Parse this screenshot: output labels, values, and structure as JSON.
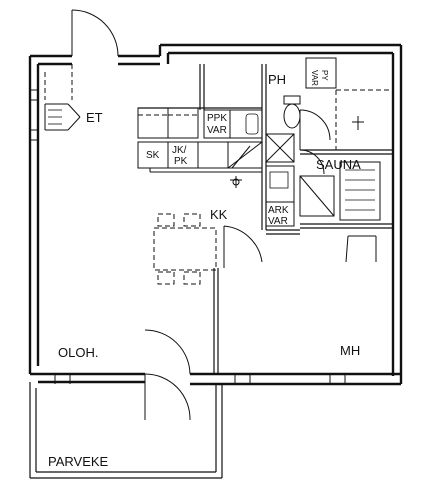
{
  "rooms": {
    "et": "ET",
    "ph": "PH",
    "sauna": "SAUNA",
    "kk": "KK",
    "oloh": "OLOH.",
    "mh": "MH",
    "parveke": "PARVEKE"
  },
  "fixtures": {
    "ppk_var_top": "PPK",
    "ppk_var_bottom": "VAR",
    "sk": "SK",
    "jk_pk_top": "JK/",
    "jk_pk_bottom": "PK",
    "ark_var_top": "ARK",
    "ark_var_bottom": "VAR",
    "var_py_top": "VAR",
    "var_py_bottom": "PY"
  }
}
